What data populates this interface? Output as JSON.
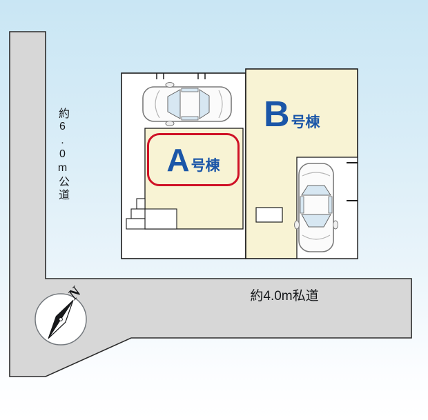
{
  "roads": {
    "vertical_label": "約6.0m公道",
    "horizontal_label": "約4.0m私道"
  },
  "plots": {
    "a": {
      "label_big": "A",
      "label_small": "号棟"
    },
    "b": {
      "label_big": "B",
      "label_small": "号棟"
    }
  },
  "compass": {
    "label": "N"
  },
  "icons": {
    "compass": "compass-needle-icon",
    "car_a": "car-top-view-icon",
    "car_b": "car-top-view-icon"
  },
  "colors": {
    "background_blue": "#cde7f4",
    "road_gray": "#d7d7d7",
    "plot_cream": "#f8f3d4",
    "parking_white": "#ffffff",
    "label_blue": "#1b56a8",
    "highlight_red": "#cf1126",
    "line_black": "#1c1c1c"
  }
}
